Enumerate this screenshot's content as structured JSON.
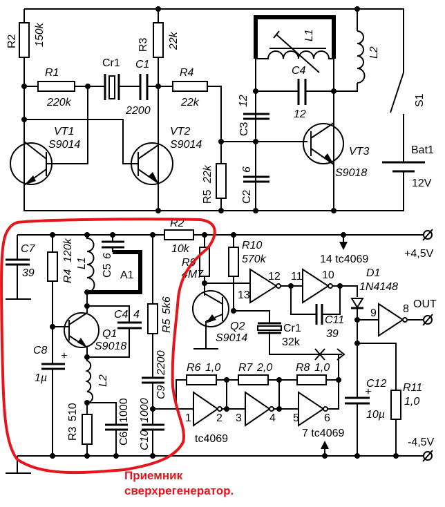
{
  "colors": {
    "wire": "#000000",
    "outline": "#e8141b",
    "background": "#ffffff"
  },
  "top": {
    "R2": "R2",
    "R2_val": "150k",
    "R1": "R1",
    "R1_val": "220k",
    "Cr1": "Cr1",
    "C1": "C1",
    "C1_val": "2200",
    "R3": "R3",
    "R3_val": "22k",
    "R4": "R4",
    "R4_val": "22k",
    "VT1": "VT1",
    "VT1_type": "S9014",
    "VT2": "VT2",
    "VT2_type": "S9014",
    "R5": "R5",
    "R5_val": "22k",
    "L1": "L1",
    "C4": "C4",
    "C4_val": "12",
    "C3": "C3",
    "C3_val": "12",
    "C2": "C2",
    "C2_val": "6",
    "L2": "L2",
    "VT3": "VT3",
    "VT3_type": "S9018",
    "S1": "S1",
    "Bat1": "Bat1",
    "Bat1_val": "12V"
  },
  "bottom": {
    "C7": "C7",
    "C7_val": "39",
    "R4": "R4",
    "R4_val": "120k",
    "L1": "L1",
    "C5": "C5",
    "C5_val": "6",
    "A1": "A1",
    "C4": "C4",
    "C4_val": "4",
    "Q1": "Q1",
    "Q1_type": "S9018",
    "C8": "C8",
    "C8_val": "1µ",
    "C8_plus": "+",
    "L2": "L2",
    "R3": "R3",
    "R3_val": "510",
    "C6": "C6",
    "C6_val": "1000",
    "R5": "R5",
    "R5_val": "5k6",
    "C9": "C9",
    "C9_val": "2200",
    "C10": "C10",
    "C10_val": "1000",
    "R2": "R2",
    "R2_val": "10k",
    "R9": "R9",
    "R9_val": "4M7",
    "R10": "R10",
    "R10_val": "570k",
    "Q2": "Q2",
    "Q2_type": "S9014",
    "pins": {
      "p1": "1",
      "p2": "2",
      "p3": "3",
      "p4": "4",
      "p5": "5",
      "p6": "6",
      "p8": "8",
      "p9": "9",
      "p10": "10",
      "p11": "11",
      "p12": "12",
      "p13": "13"
    },
    "ic_label_1": "tc4069",
    "ic_label_7": "7 tc4069",
    "ic_label_14": "14 tc4069",
    "D1": "D1",
    "D1_type": "1N4148",
    "OUT": "OUT",
    "C11": "C11",
    "C11_val": "39",
    "Cr1": "Cr1",
    "Cr1_val": "32k",
    "R6": "R6",
    "R6_val": "1,0",
    "R7": "R7",
    "R7_val": "2,0",
    "R8": "R8",
    "R8_val": "1,0",
    "C12": "C12",
    "C12_val": "10µ",
    "C12_plus": "+",
    "R11": "R11",
    "R11_val": "1,0",
    "vplus": "+4,5V",
    "vminus": "-4,5V"
  },
  "caption": {
    "line1": "Приемник",
    "line2": "сверхрегенератор."
  }
}
